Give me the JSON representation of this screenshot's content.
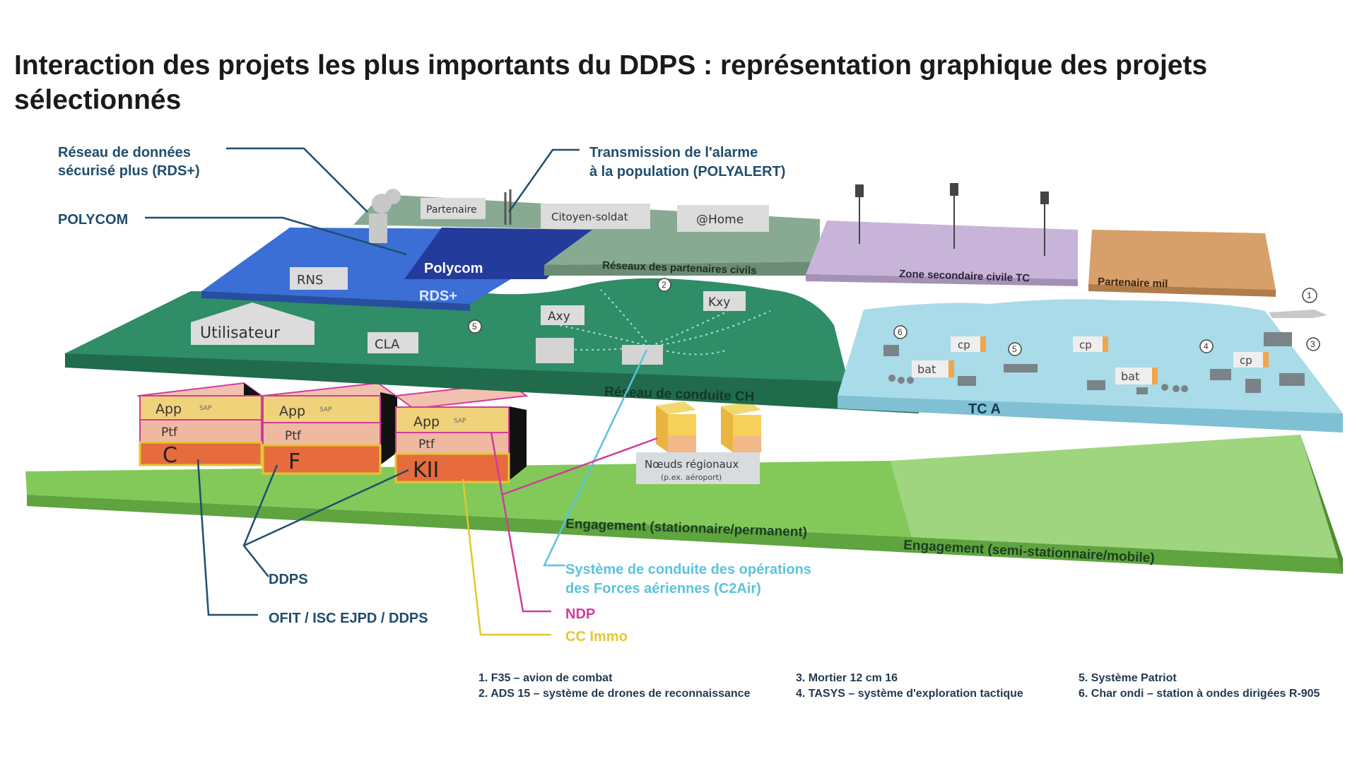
{
  "title": "Interaction des projets les plus importants du DDPS : représentation graphique des projets sélectionnés",
  "callouts": {
    "rds_line1": "Réseau de données",
    "rds_line2": "sécurisé plus (RDS+)",
    "polycom": "POLYCOM",
    "polyalert_line1": "Transmission de l'alarme",
    "polyalert_line2": "à la population (POLYALERT)",
    "ddps": "DDPS",
    "ofit": "OFIT / ISC EJPD / DDPS",
    "c2air_line1": "Système de conduite des opérations",
    "c2air_line2": "des Forces aériennes (C2Air)",
    "ndp": "NDP",
    "cc_immo": "CC Immo"
  },
  "layers": {
    "partners_civil": "Réseaux des partenaires civils",
    "zone_tc": "Zone secondaire civile TC",
    "partner_mil": "Partenaire mil",
    "rds_plus": "RDS+",
    "polycom_box": "Polycom",
    "conduite": "Réseau de conduite CH",
    "tca": "TC A",
    "engagement_static": "Engagement (stationnaire/permanent)",
    "engagement_mobile": "Engagement (semi-stationnaire/mobile)"
  },
  "blocks": {
    "partenaire": "Partenaire",
    "citoyen": "Citoyen-soldat",
    "home": "@Home",
    "rns": "RNS",
    "utilisateur": "Utilisateur",
    "cla": "CLA",
    "axy": "Axy",
    "kxy": "Kxy",
    "noeuds_line1": "Nœuds régionaux",
    "noeuds_line2": "(p.ex. aéroport)"
  },
  "datacenters": [
    {
      "app": "App",
      "ptf": "Ptf",
      "sap": "SAP",
      "name": "C"
    },
    {
      "app": "App",
      "ptf": "Ptf",
      "sap": "SAP",
      "name": "F"
    },
    {
      "app": "App",
      "ptf": "Ptf",
      "sap": "SAP",
      "name": "KII"
    }
  ],
  "tca_labels": {
    "cp": "cp",
    "bat": "bat"
  },
  "markers": {
    "m1": "1",
    "m2": "2",
    "m3": "3",
    "m4": "4",
    "m5": "5",
    "m6": "6"
  },
  "footnotes": [
    "1. F35 – avion de combat",
    "2. ADS 15 – système de drones de reconnaissance",
    "3. Mortier 12 cm 16",
    "4. TASYS – système d'exploration tactique",
    "5. Système Patriot",
    "6. Char ondi – station à ondes dirigées R-905"
  ],
  "colors": {
    "navy": "#1f4e6e",
    "c2air": "#5bc3dc",
    "ndp": "#d23b9b",
    "ccimmo": "#e3c730",
    "engagement": "#7ecb5a",
    "conduite": "#2e8a66",
    "rds": "#3b6fd6",
    "tca": "#a9dbe8"
  }
}
